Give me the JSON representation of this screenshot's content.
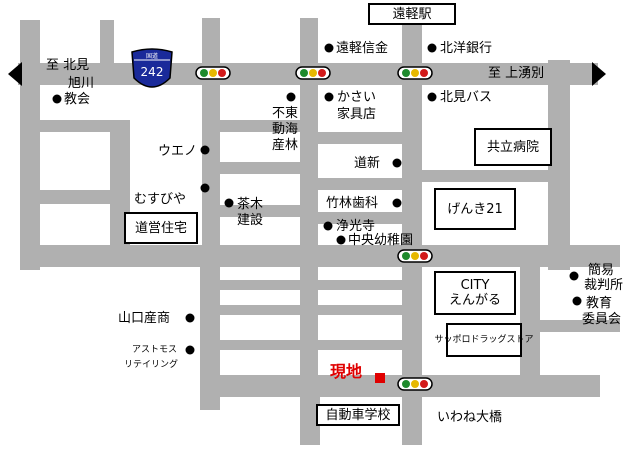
{
  "route_shield": {
    "top": "国道",
    "number": "242"
  },
  "station": "遠軽駅",
  "direction": {
    "west": [
      "至 北見",
      "旭川"
    ],
    "east": "至 上湧別"
  },
  "places": {
    "engaru_shinkin": "遠軽信金",
    "hokuyo_bank": "北洋銀行",
    "church": "教会",
    "fudosan_line1": "不東",
    "fudosan_line2": "動海",
    "fudosan_line3": "産林",
    "kasai_line1": "かさい",
    "kasai_line2": "家具店",
    "kitami_bus": "北見バス",
    "kyoritsu_hospital": "共立病院",
    "ueno": "ウエノ",
    "doshin": "道新",
    "musubiya": "むすびや",
    "chaki_line1": "茶木",
    "chaki_line2": "建設",
    "takebayashi_dental": "竹林歯科",
    "genki21": "げんき21",
    "dochu_housing": "道営住宅",
    "joko_temple": "浄光寺",
    "chuo_kindergarten": "中央幼稚園",
    "city_line1": "CITY",
    "city_line2": "えんがる",
    "court_line1": "簡易",
    "court_line2": "裁判所",
    "board_line1": "教育",
    "board_line2": "委員会",
    "yamaguchi_sangyo": "山口産商",
    "astmos_line1": "アストモス",
    "astmos_line2": "リテイリング",
    "sapporo_drug": "サッポロドラッグストア",
    "genchi": "現地",
    "driving_school": "自動車学校",
    "iwane_bridge": "いわね大橋"
  }
}
